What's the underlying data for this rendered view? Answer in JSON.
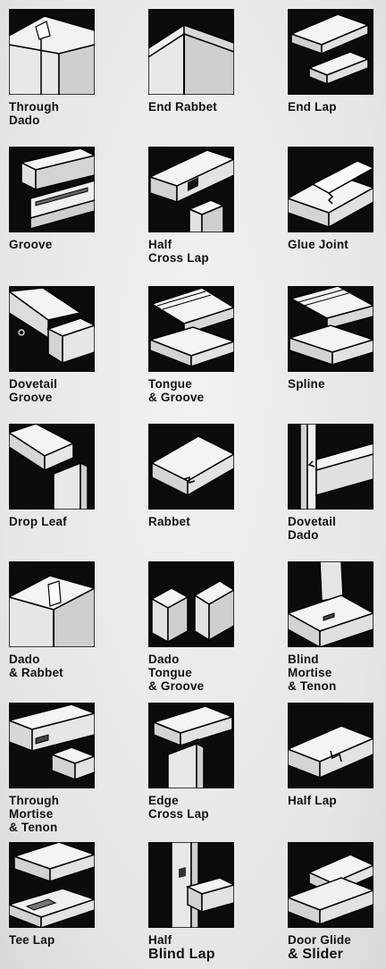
{
  "joints": [
    {
      "id": "through-dado",
      "lines": [
        "Through",
        "Dado"
      ]
    },
    {
      "id": "end-rabbet",
      "lines": [
        "End Rabbet"
      ]
    },
    {
      "id": "end-lap",
      "lines": [
        "End Lap"
      ]
    },
    {
      "id": "groove",
      "lines": [
        "Groove"
      ]
    },
    {
      "id": "half-cross-lap",
      "lines": [
        "Half",
        "Cross Lap"
      ]
    },
    {
      "id": "glue-joint",
      "lines": [
        "Glue Joint"
      ]
    },
    {
      "id": "dovetail-groove",
      "lines": [
        "Dovetail",
        "Groove"
      ]
    },
    {
      "id": "tongue-groove",
      "lines": [
        "Tongue",
        "& Groove"
      ]
    },
    {
      "id": "spline",
      "lines": [
        "Spline"
      ]
    },
    {
      "id": "drop-leaf",
      "lines": [
        "Drop Leaf"
      ]
    },
    {
      "id": "rabbet",
      "lines": [
        "Rabbet"
      ]
    },
    {
      "id": "dovetail-dado",
      "lines": [
        "Dovetail",
        "Dado"
      ]
    },
    {
      "id": "dado-rabbet",
      "lines": [
        "Dado",
        "& Rabbet"
      ]
    },
    {
      "id": "dado-tongue-groove",
      "lines": [
        "Dado",
        "Tongue",
        "& Groove"
      ]
    },
    {
      "id": "blind-mortise-tenon",
      "lines": [
        "Blind",
        "Mortise",
        "& Tenon"
      ]
    },
    {
      "id": "through-mortise-tenon",
      "lines": [
        "Through",
        "Mortise",
        "& Tenon"
      ]
    },
    {
      "id": "edge-cross-lap",
      "lines": [
        "Edge",
        "Cross Lap"
      ]
    },
    {
      "id": "half-lap",
      "lines": [
        "Half Lap"
      ]
    },
    {
      "id": "tee-lap",
      "lines": [
        "Tee Lap"
      ]
    },
    {
      "id": "half-blind-lap",
      "lines": [
        "Half",
        "Blind Lap"
      ]
    },
    {
      "id": "door-glide-slider",
      "lines": [
        "Door Glide",
        "& Slider"
      ]
    }
  ]
}
